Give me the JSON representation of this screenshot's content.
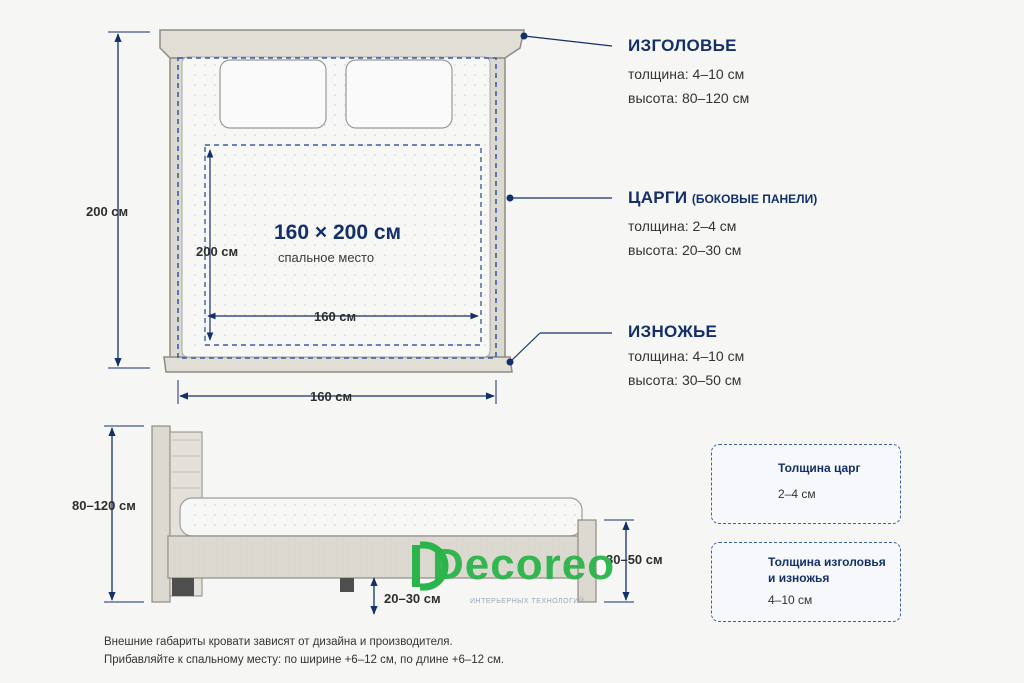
{
  "top_view": {
    "width_dim": "160 см",
    "length_dim": "200 см",
    "inner_length_dim": "200 см",
    "inner_width_dim": "160 см",
    "center_size": "160 × 200 см",
    "center_caption": "спальное место"
  },
  "callouts": [
    {
      "title": "ИЗГОЛОВЬЕ",
      "sub": "",
      "line1": "толщина: 4–10 см",
      "line2": "высота: 80–120 см"
    },
    {
      "title": "ЦАРГИ",
      "sub": "(БОКОВЫЕ ПАНЕЛИ)",
      "line1": "толщина: 2–4 см",
      "line2": "высота: 20–30 см"
    },
    {
      "title": "ИЗНОЖЬЕ",
      "sub": "",
      "line1": "толщина: 4–10 см",
      "line2": "высота: 30–50 см"
    }
  ],
  "side_view": {
    "headboard_height": "80–120 см",
    "footboard_height": "30–50 см",
    "rail_height": "20–30 см"
  },
  "info_boxes": [
    {
      "title": "Толщина царг",
      "value": "2–4 см"
    },
    {
      "title_line1": "Толщина изголовья",
      "title_line2": "и изножья",
      "value": "4–10 см"
    }
  ],
  "logo": {
    "text": "Decoreo",
    "tagline": "ИНТЕРЬЕРНЫХ ТЕХНОЛОГИЙ"
  },
  "notes": [
    "Внешние габариты кровати зависят от дизайна и производителя.",
    "Прибавляйте к спальному месту: по ширине +6–12 см, по длине +6–12 см."
  ],
  "colors": {
    "accent": "#13306b",
    "dash": "#3b5ea8",
    "wood": "#d9d6ce",
    "logo": "#2bb44a"
  }
}
